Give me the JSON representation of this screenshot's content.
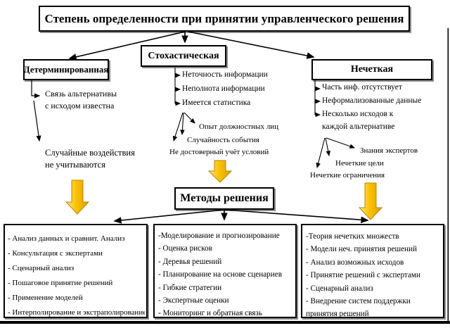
{
  "title": "Степень определенности при принятии управленческого решения",
  "branch_deterministic": {
    "label": "Детерминированная",
    "note_link_line1": "Связь альтернативы",
    "note_link_line2": "с исходом известна",
    "note_random_line1": "Случайные  воздействия",
    "note_random_line2": "не учитываются"
  },
  "branch_stochastic": {
    "label": "Стохастическая",
    "features": [
      "Неточность информации",
      "Неполнота информации",
      "Имеется статистика"
    ],
    "details": [
      "Опыт должностных лиц",
      "Случайность события",
      "Не достоверный учёт условий"
    ]
  },
  "branch_fuzzy": {
    "label": "Нечеткая",
    "features": [
      "Часть инф. отсутствует",
      "Неформализованные  данные",
      "Несколько исходов к",
      "каждой альтернативе"
    ],
    "details": [
      "Знания экспертов",
      "Нечеткие цели",
      "Нечеткие ограничения"
    ]
  },
  "methods": {
    "label": "Методы решения"
  },
  "methods_deterministic": [
    "- Анализ  данных и сравнит.  Анализ",
    "- Консультация  с экспертами",
    "- Сценарный  анализ",
    "- Пошаговое принятие  решений",
    "- Применение  моделей",
    "- Интерполирование  и экстраполирование"
  ],
  "methods_stochastic": [
    "-Моделирование  и прогнозирование",
    "- Оценка рисков",
    "- Деревья решений",
    "- Планирование  на основе сценариев",
    "- Гибкие стратегии",
    "- Экспертные  оценки",
    "- Мониторинг  и обратная связь"
  ],
  "methods_fuzzy": [
    "-Теория  нечетких  множеств",
    "- Модели  неч. принятия  решений",
    "- Анализ  возможных  исходов",
    "- Принятие  решений  с экспертами",
    "- Сценарный  анализ",
    "- Внедрение  систем  поддержки",
    "принятия решений"
  ],
  "colors": {
    "line": "#000000",
    "arrow_gold_light": "#FFE680",
    "arrow_gold": "#FCC200",
    "arrow_gold_dark": "#D99E00",
    "arrow_gold_edge": "#B8860B"
  }
}
